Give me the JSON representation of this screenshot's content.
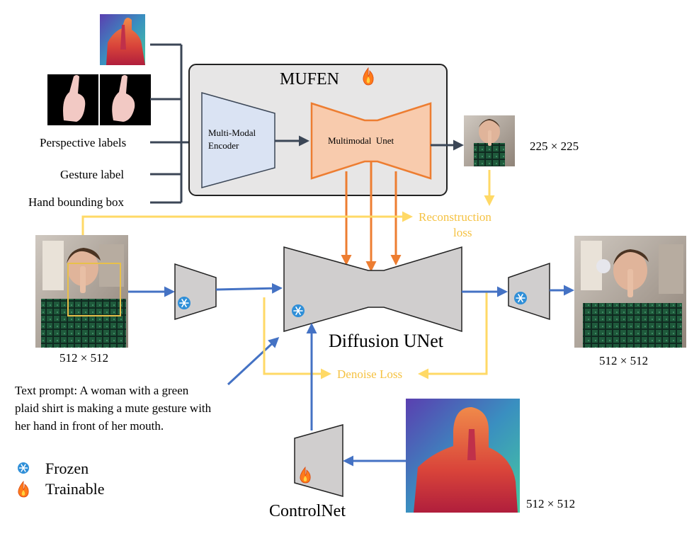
{
  "mufen": {
    "title": "MUFEN",
    "encoder_line1": "Multi-Modal",
    "encoder_line2": "Encoder",
    "unet_label": "Multimodal  Unet"
  },
  "inputs": {
    "perspective": "Perspective labels",
    "gesture": "Gesture label",
    "bbox": "Hand bounding box"
  },
  "sizes": {
    "small_output": "225 × 225",
    "input_image": "512 × 512",
    "output_image": "512 × 512",
    "depth_image": "512 × 512"
  },
  "losses": {
    "reconstruction_line1": "Reconstruction",
    "reconstruction_line2": "loss",
    "denoise": "Denoise Loss"
  },
  "diffusion": {
    "label": "Diffusion UNet"
  },
  "controlnet": {
    "label": "ControlNet"
  },
  "prompt": {
    "line1": "Text prompt: A woman with a green",
    "line2": "plaid shirt is making a mute gesture with",
    "line3": "her hand in front of her mouth."
  },
  "legend": {
    "frozen": "Frozen",
    "trainable": "Trainable"
  },
  "colors": {
    "dark_arrow": "#3b4656",
    "blue_arrow": "#4472c4",
    "orange": "#ed7d31",
    "yellow": "#ffd966",
    "yellow_text": "#f5c242",
    "encoder_fill": "#dae3f3",
    "unet_fill": "#f8cbad",
    "gray_fill": "#d0cece",
    "mufen_bg": "#e7e6e6"
  }
}
